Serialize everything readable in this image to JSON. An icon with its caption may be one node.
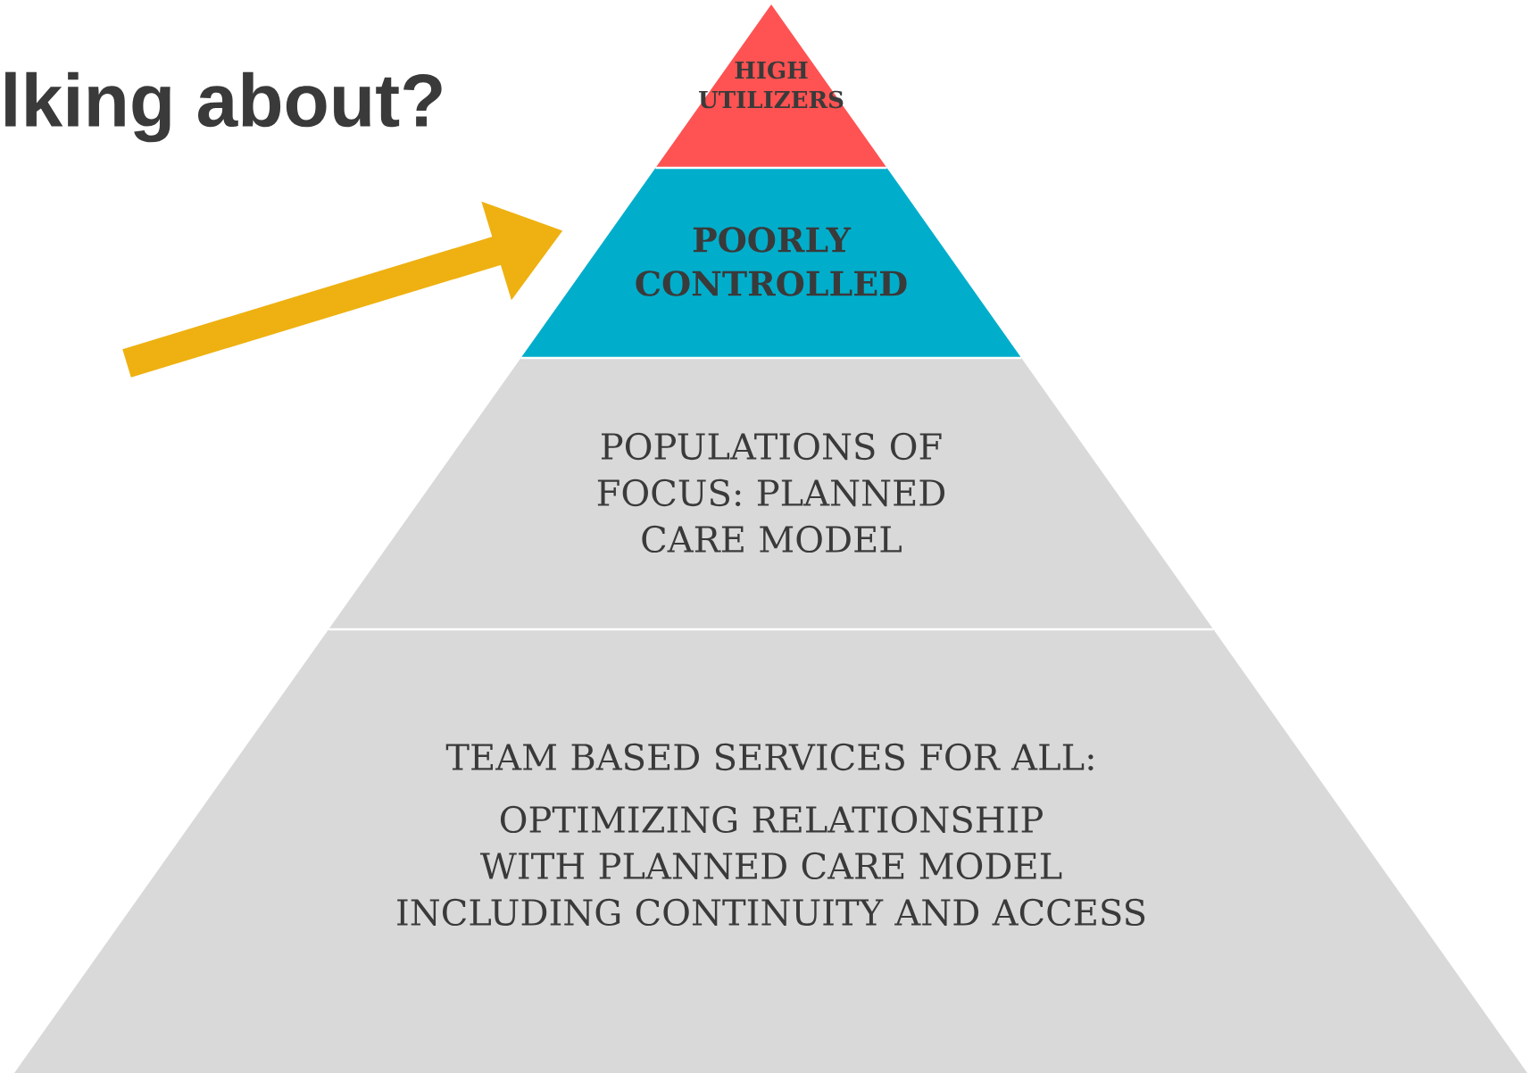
{
  "diagram": {
    "title": "lking about?",
    "nodes": [
      {
        "text": [
          "HIGH UTILIZERS"
        ]
      },
      {
        "text": [
          "POORLY CONTROLLED"
        ]
      },
      {
        "text": [
          "POPULATIONS OF FOCUS: PLANNED CARE MODEL"
        ]
      },
      {
        "text": [
          "TEAM BASED SERVICES FOR ALL:",
          "OPTIMIZING RELATIONSHIP WITH PLANNED CARE MODEL INCLUDING CONTINUITY AND ACCESS"
        ]
      }
    ],
    "edges": [
      {
        "from": null,
        "to": 1,
        "arrow": "to",
        "color": "#eeb111"
      }
    ]
  }
}
